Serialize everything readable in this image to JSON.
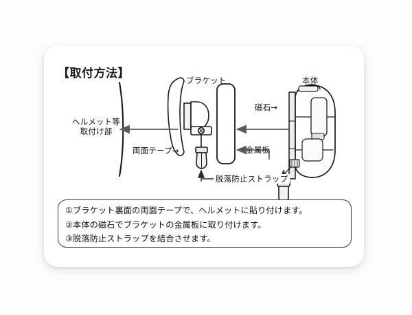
{
  "card": {
    "title": "【取付方法】"
  },
  "diagram": {
    "labels": {
      "helmet_line1": "ヘルメット等",
      "helmet_line2": "取付け部",
      "bracket": "ブラケット",
      "double_sided_tape": "両面テープ",
      "metal_plate": "金属板",
      "strap": "脱落防止ストラップ",
      "magnet": "磁石",
      "main_body": "本体"
    },
    "arrow_glyphs": {
      "tape_arrow": "→",
      "magnet_arrow": "→"
    }
  },
  "instructions": {
    "lines": [
      "①ブラケット裏面の両面テープで、ヘルメットに貼り付けます。",
      "②本体の磁石でブラケットの金属板に取り付けます。",
      "③脱落防止ストラップを結合させます。"
    ]
  },
  "colors": {
    "page_background": "#fdfdfd",
    "card_background": "#ffffff",
    "ink": "#111111",
    "line": "#1a1a1a",
    "arrow": "#555555",
    "fill_light": "#f2f2f2",
    "fill_mid": "#e2e2e2"
  }
}
